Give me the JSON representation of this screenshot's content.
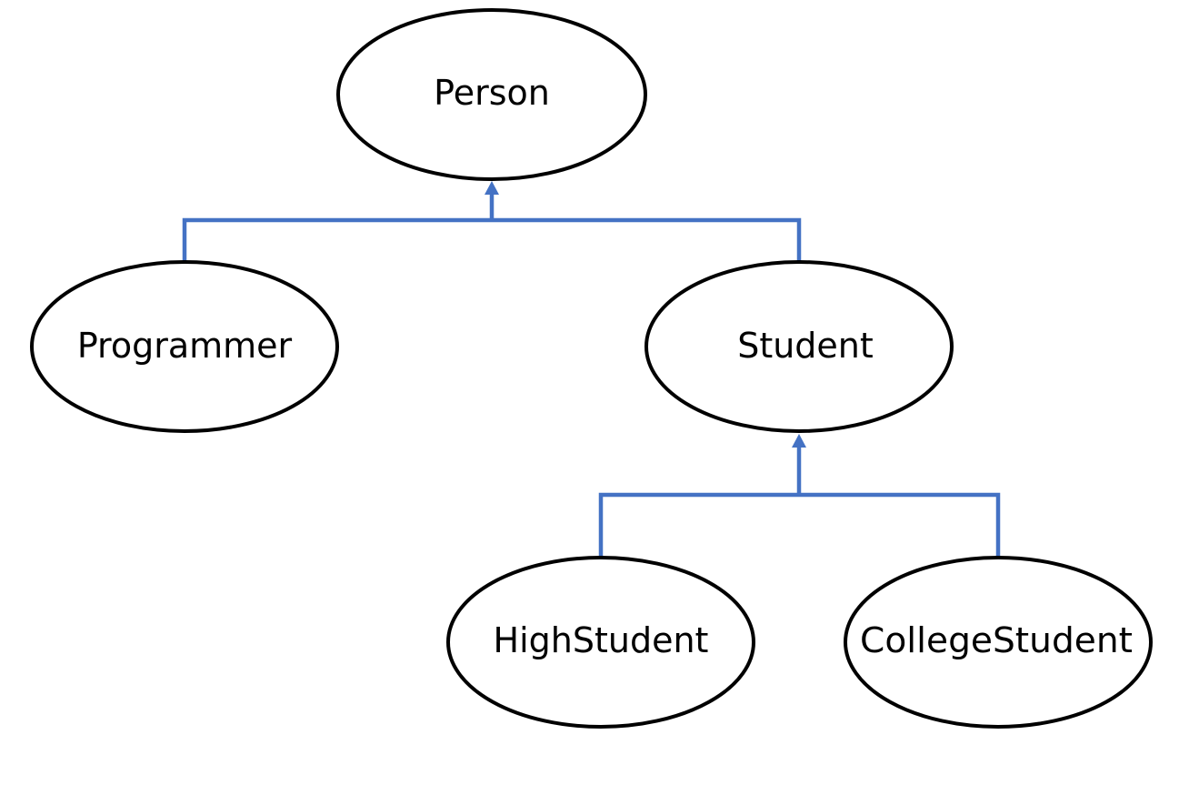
{
  "diagram": {
    "type": "class-inheritance-tree",
    "connector_color": "#4472c4",
    "node_border_color": "#000000",
    "nodes": {
      "person": "Person",
      "programmer": "Programmer",
      "student": "Student",
      "high_student": "HighStudent",
      "college_student": "CollegeStudent"
    },
    "edges": [
      {
        "from": "programmer",
        "to": "person"
      },
      {
        "from": "student",
        "to": "person"
      },
      {
        "from": "high_student",
        "to": "student"
      },
      {
        "from": "college_student",
        "to": "student"
      }
    ]
  }
}
